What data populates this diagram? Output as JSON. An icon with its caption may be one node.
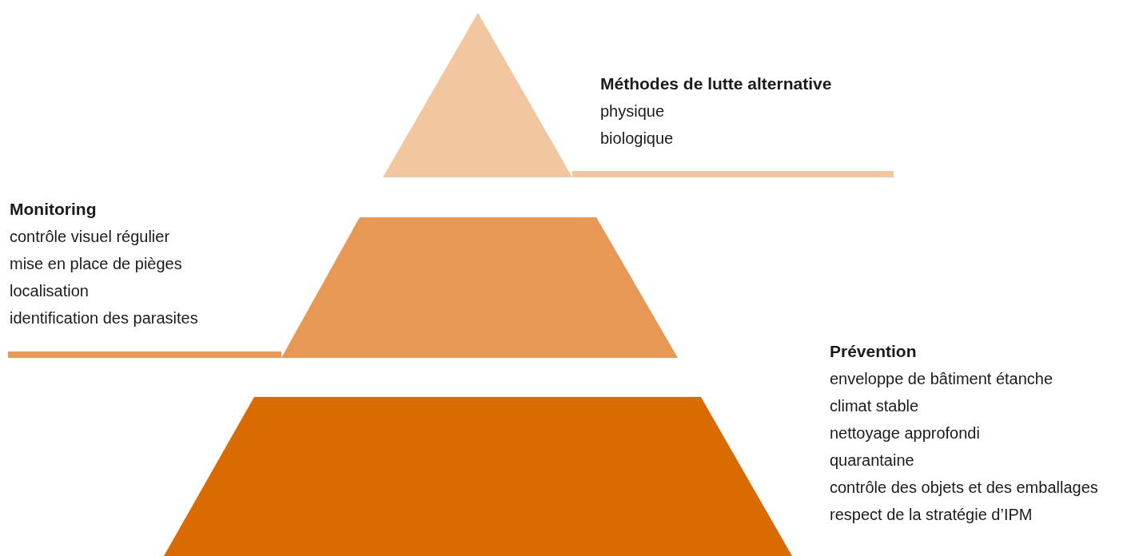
{
  "diagram": {
    "nodes": [
      {
        "text": [],
        "shape": "triangle",
        "beside": [
          "Méthodes de lutte alternative",
          "physique",
          "biologique"
        ]
      },
      {
        "text": [],
        "shape": "trapezoid",
        "beside": [
          "Monitoring",
          "contrôle visuel régulier",
          "mise en place de pièges",
          "localisation",
          "identification des parasites"
        ]
      },
      {
        "text": [],
        "shape": "trapezoid",
        "beside": [
          "Prévention",
          "enveloppe de bâtiment étanche",
          "climat stable",
          "nettoyage approfondi",
          "quarantaine",
          "contrôle des objets et des emballages",
          "respect de la stratégie d’IPM"
        ]
      }
    ],
    "edges": []
  }
}
